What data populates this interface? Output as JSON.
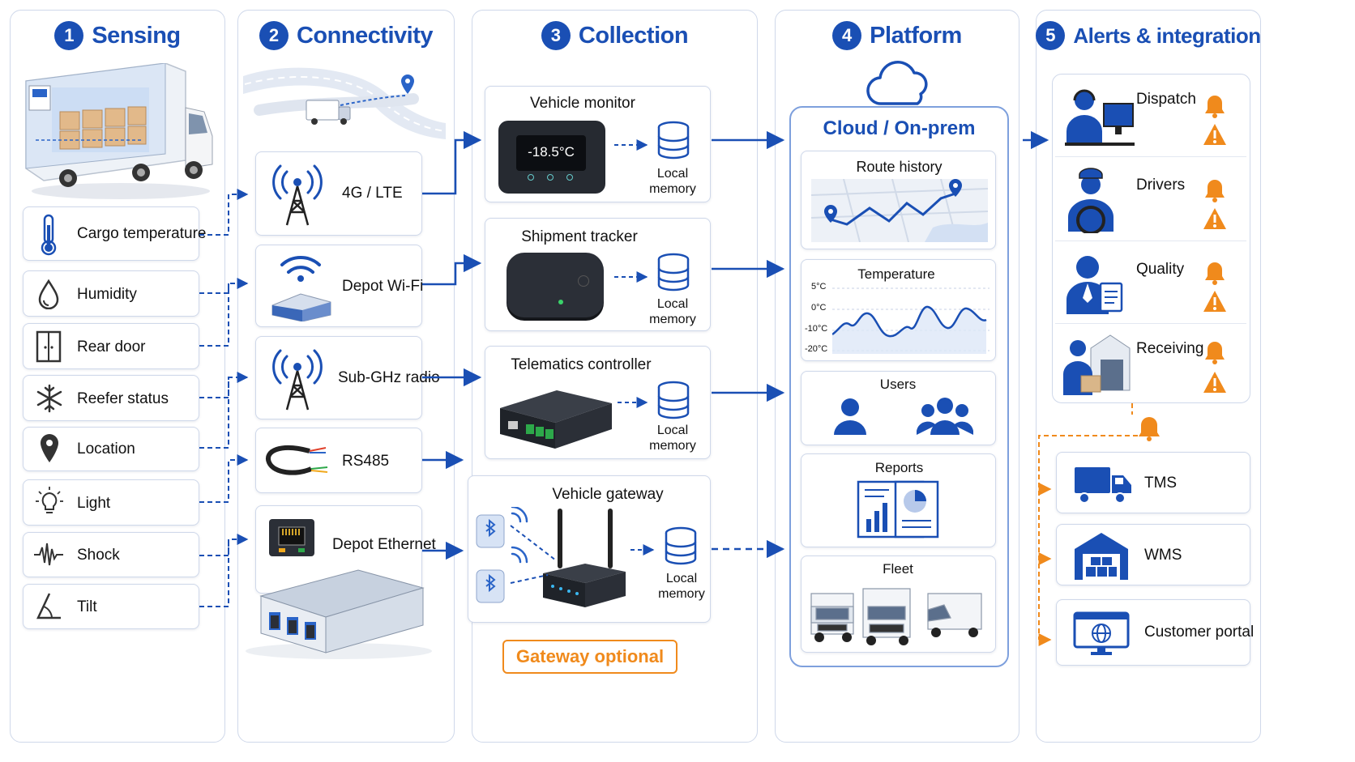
{
  "columns": [
    {
      "num": "1",
      "title": "Sensing"
    },
    {
      "num": "2",
      "title": "Connectivity"
    },
    {
      "num": "3",
      "title": "Collection"
    },
    {
      "num": "4",
      "title": "Platform"
    },
    {
      "num": "5",
      "title": "Alerts & integration"
    }
  ],
  "sensing": {
    "items": [
      {
        "label": "Cargo temperature",
        "icon": "thermometer-icon"
      },
      {
        "label": "Humidity",
        "icon": "droplet-icon"
      },
      {
        "label": "Rear door",
        "icon": "door-icon"
      },
      {
        "label": "Reefer status",
        "icon": "snowflake-icon"
      },
      {
        "label": "Location",
        "icon": "pin-icon"
      },
      {
        "label": "Light",
        "icon": "lightbulb-icon"
      },
      {
        "label": "Shock",
        "icon": "waveform-icon"
      },
      {
        "label": "Tilt",
        "icon": "tilt-icon"
      }
    ]
  },
  "connectivity": {
    "items": [
      {
        "label": "4G / LTE",
        "icon": "cell-tower-icon"
      },
      {
        "label": "Depot Wi-Fi",
        "icon": "wifi-icon"
      },
      {
        "label": "Sub-GHz radio",
        "icon": "radio-tower-icon"
      },
      {
        "label": "RS485",
        "icon": "cable-icon"
      },
      {
        "label": "Depot Ethernet",
        "icon": "ethernet-port-icon"
      }
    ]
  },
  "collection": {
    "devices": [
      {
        "title": "Vehicle monitor",
        "screen": "-18.5°C",
        "memory_1": "Local",
        "memory_2": "memory"
      },
      {
        "title": "Shipment tracker",
        "memory_1": "Local",
        "memory_2": "memory"
      },
      {
        "title": "Telematics controller",
        "memory_1": "Local",
        "memory_2": "memory"
      },
      {
        "title": "Vehicle gateway",
        "memory_1": "Local",
        "memory_2": "memory"
      }
    ],
    "optional_label": "Gateway optional"
  },
  "platform": {
    "title": "Cloud / On-prem",
    "route_title": "Route history",
    "temperature": {
      "title": "Temperature",
      "ticks": [
        "5°C",
        "0°C",
        "-10°C",
        "-20°C"
      ]
    },
    "users_title": "Users",
    "reports_title": "Reports",
    "fleet_title": "Fleet"
  },
  "alerts": {
    "roles": [
      {
        "label": "Dispatch",
        "icon": "dispatcher-icon"
      },
      {
        "label": "Drivers",
        "icon": "driver-icon"
      },
      {
        "label": "Quality",
        "icon": "inspector-icon"
      },
      {
        "label": "Receiving",
        "icon": "warehouse-worker-icon"
      }
    ],
    "integrations": [
      {
        "label": "TMS",
        "icon": "truck-icon"
      },
      {
        "label": "WMS",
        "icon": "warehouse-icon"
      },
      {
        "label": "Customer portal",
        "icon": "globe-screen-icon"
      }
    ]
  },
  "colors": {
    "primary": "#1a4fb4",
    "alert": "#f08a1c",
    "border": "#cfd8ea"
  }
}
